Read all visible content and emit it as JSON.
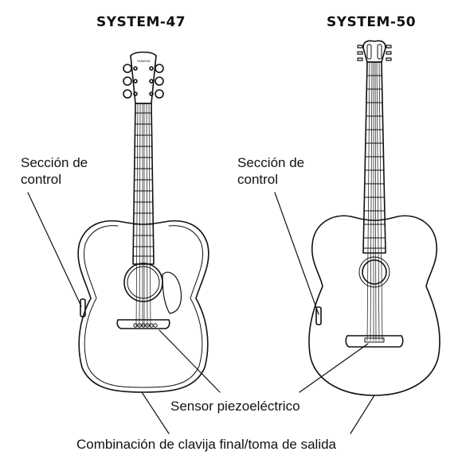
{
  "left_guitar": {
    "title": "SYSTEM-47",
    "control_label_line1": "Sección de",
    "control_label_line2": "control",
    "headstock_brand": "YAMAHA"
  },
  "right_guitar": {
    "title": "SYSTEM-50",
    "control_label_line1": "Sección de",
    "control_label_line2": "control"
  },
  "labels": {
    "piezo_sensor": "Sensor piezoeléctrico",
    "endpin_jack": "Combinación de clavija final/toma de salida"
  },
  "colors": {
    "line": "#111111",
    "background": "#ffffff"
  }
}
